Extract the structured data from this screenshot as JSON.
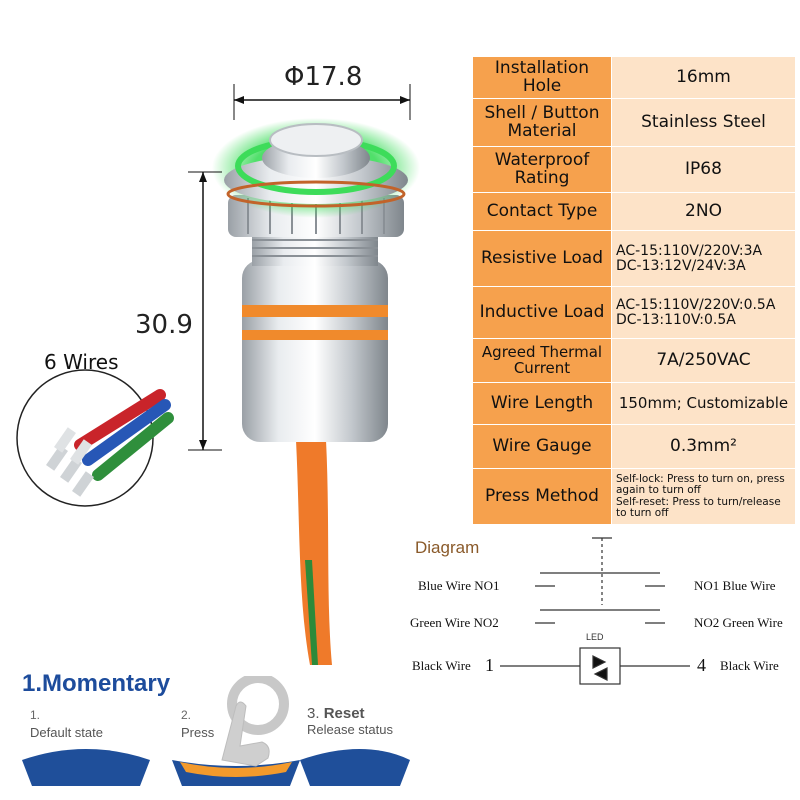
{
  "dimensions": {
    "diameter": "Φ17.8",
    "height": "30.9"
  },
  "wires_label": "6 Wires",
  "specs": [
    {
      "key": "Installation Hole",
      "value": "16mm"
    },
    {
      "key": "Shell / Button Material",
      "value": "Stainless Steel"
    },
    {
      "key": "Waterproof Rating",
      "value": "IP68"
    },
    {
      "key": "Contact Type",
      "value": "2NO"
    },
    {
      "key": "Resistive Load",
      "value_lines": [
        "AC-15:110V/220V:3A",
        "DC-13:12V/24V:3A"
      ]
    },
    {
      "key": "Inductive Load",
      "value_lines": [
        "AC-15:110V/220V:0.5A",
        "DC-13:110V:0.5A"
      ]
    },
    {
      "key": "Agreed Thermal Current",
      "value": "7A/250VAC"
    },
    {
      "key": "Wire Length",
      "value": "150mm; Customizable"
    },
    {
      "key": "Wire Gauge",
      "value": "0.3mm²"
    },
    {
      "key": "Press Method",
      "value_lines": [
        "Self-lock: Press to turn on, press again to turn off",
        "Self-reset: Press to turn/release to turn off"
      ]
    }
  ],
  "diagram": {
    "title": "Diagram",
    "led_label": "LED",
    "left_labels": [
      "Blue Wire NO1",
      "Green Wire NO2",
      "Black Wire"
    ],
    "right_labels": [
      "NO1 Blue Wire",
      "NO2 Green Wire",
      "Black Wire"
    ],
    "pin_left": "1",
    "pin_right": "4"
  },
  "momentary": {
    "title": "1.Momentary",
    "steps": [
      {
        "num": "1.",
        "label": "Default state"
      },
      {
        "num": "2.",
        "label": "Press"
      },
      {
        "num": "3.",
        "bold": "Reset",
        "label": "Release status"
      }
    ]
  },
  "colors": {
    "table_key_bg": "#f6a14d",
    "table_value_bg": "#fde3c8",
    "title_blue": "#1d4c9c",
    "led_green": "#3ddc5a",
    "band_orange": "#f08a2c"
  }
}
